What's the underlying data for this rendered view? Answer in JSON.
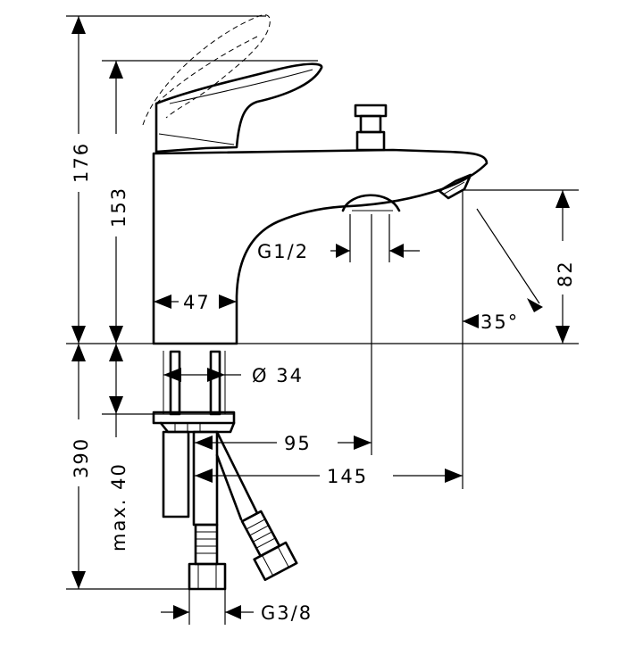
{
  "drawing": {
    "dimensions": {
      "total_height": "176",
      "handle_height": "153",
      "body_width": "47",
      "connection_thread": "G1/2",
      "spout_height": "82",
      "spout_angle": "35°",
      "flange_diameter": "Ø 34",
      "supply_length": "390",
      "max_mounting_depth": "max. 40",
      "diverter_offset": "95",
      "spout_reach": "145",
      "hose_thread": "G3/8"
    }
  }
}
